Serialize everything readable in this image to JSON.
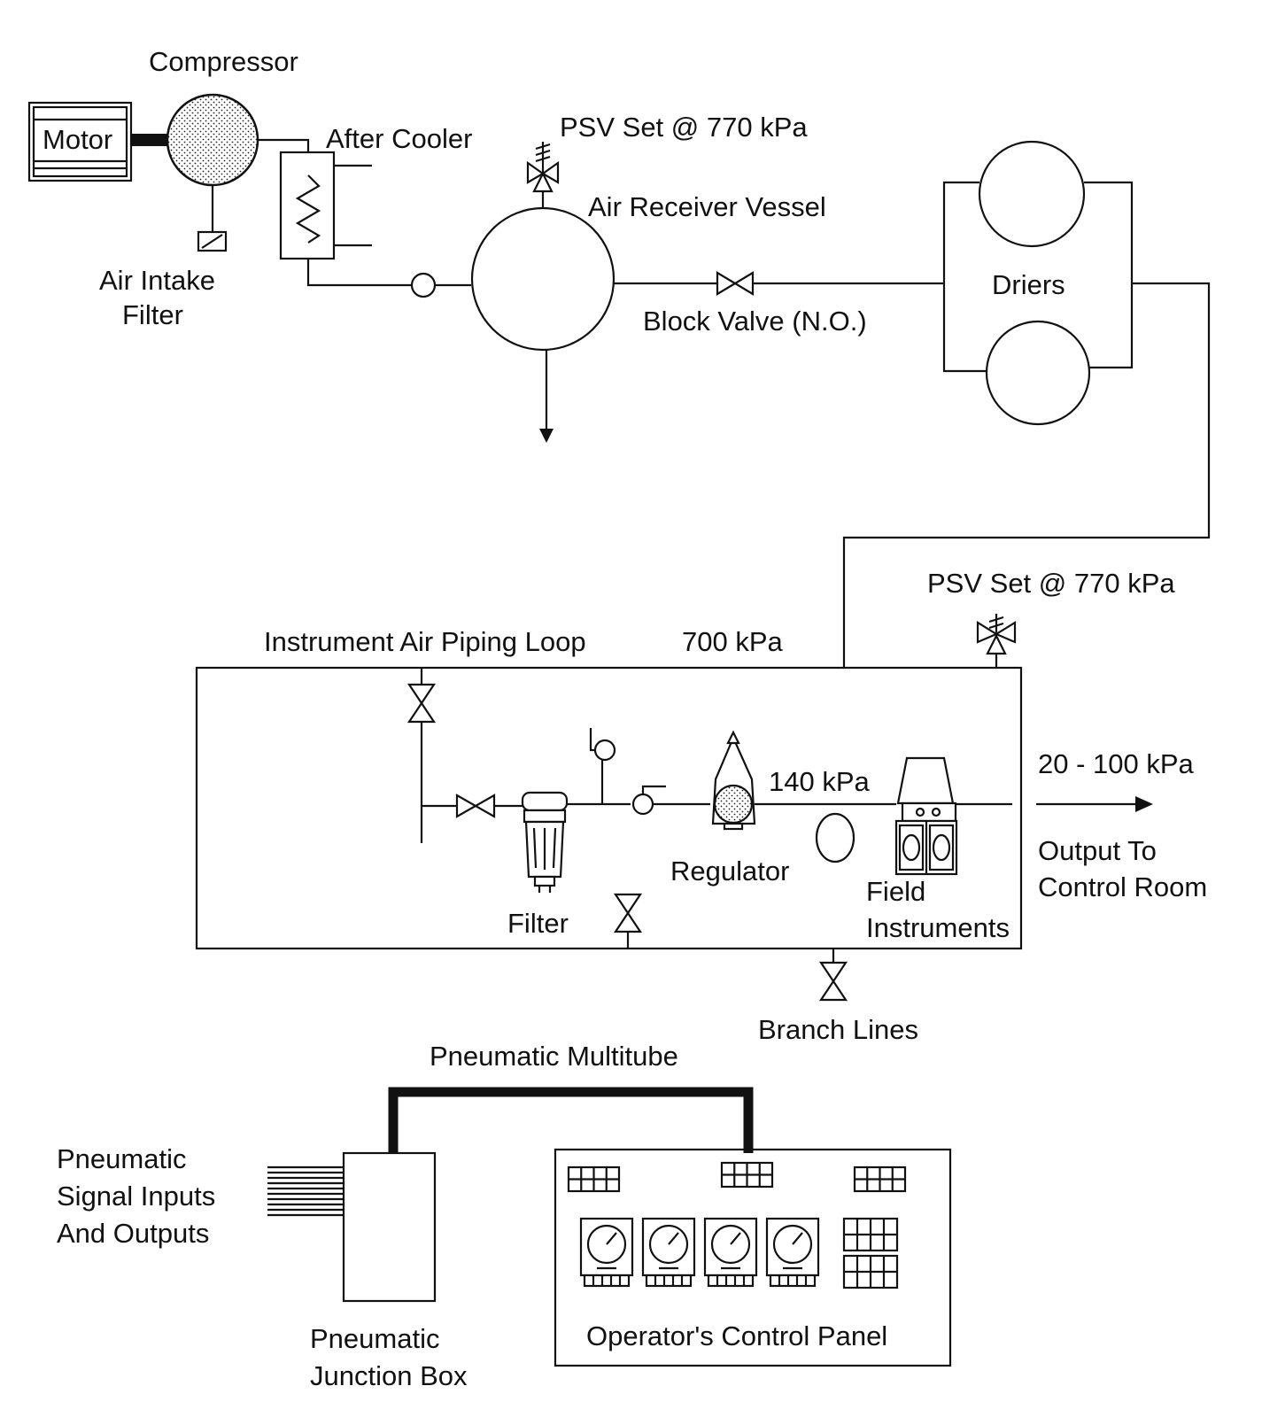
{
  "labels": {
    "compressor": "Compressor",
    "motor": "Motor",
    "after_cooler": "After Cooler",
    "psv_top": "PSV Set @ 770 kPa",
    "air_receiver": "Air Receiver Vessel",
    "air_intake_1": "Air Intake",
    "air_intake_2": "Filter",
    "block_valve": "Block Valve  (N.O.)",
    "driers": "Driers",
    "psv_loop": "PSV Set @ 770 kPa",
    "piping_loop": "Instrument Air Piping Loop",
    "loop_pressure": "700 kPa",
    "regulated_pressure": "140 kPa",
    "output_pressure": "20 - 100 kPa",
    "regulator": "Regulator",
    "filter": "Filter",
    "field_instruments_1": "Field",
    "field_instruments_2": "Instruments",
    "output_1": "Output To",
    "output_2": "Control Room",
    "branch_lines": "Branch Lines",
    "multitube": "Pneumatic Multitube",
    "signal_io_1": "Pneumatic",
    "signal_io_2": "Signal Inputs",
    "signal_io_3": "And Outputs",
    "junction_box_1": "Pneumatic",
    "junction_box_2": "Junction Box",
    "control_panel": "Operator's Control Panel"
  }
}
